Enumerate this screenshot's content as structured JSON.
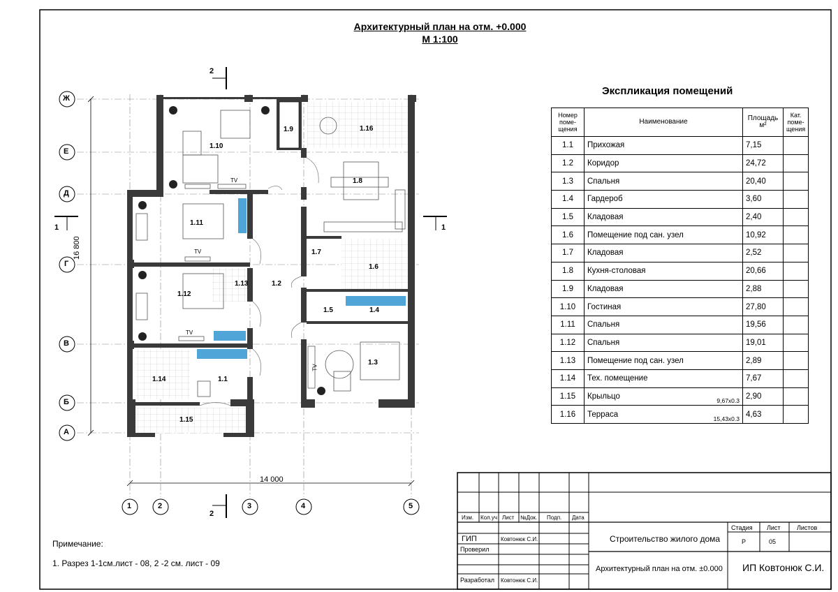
{
  "drawing": {
    "title_line1": "Архитектурный план на отм. +0.000",
    "title_line2": "М 1:100",
    "dim_total_width": "14 000",
    "dim_total_height": "16 800",
    "axes_letters": [
      "Ж",
      "Е",
      "Д",
      "Г",
      "В",
      "Б",
      "А"
    ],
    "axes_numbers": [
      "1",
      "2",
      "3",
      "4",
      "5"
    ],
    "section_2": "2",
    "section_1": "1",
    "tv_label": "TV",
    "rooms": {
      "r1_1": "1.1",
      "r1_2": "1.2",
      "r1_3": "1.3",
      "r1_4": "1.4",
      "r1_5": "1.5",
      "r1_6": "1.6",
      "r1_7": "1.7",
      "r1_8": "1.8",
      "r1_9": "1.9",
      "r1_10": "1.10",
      "r1_11": "1.11",
      "r1_12": "1.12",
      "r1_13": "1.13",
      "r1_14": "1.14",
      "r1_15": "1.15",
      "r1_16": "1.16"
    }
  },
  "explication": {
    "title": "Экспликация помещений",
    "headers": {
      "number": "Номер поме- щения",
      "name": "Наименование",
      "area": "Площадь м²",
      "category": "Кат. поме- щения"
    },
    "rows": [
      {
        "num": "1.1",
        "name": "Прихожая",
        "area": "7,15",
        "note": ""
      },
      {
        "num": "1.2",
        "name": "Коридор",
        "area": "24,72",
        "note": ""
      },
      {
        "num": "1.3",
        "name": "Спальня",
        "area": "20,40",
        "note": ""
      },
      {
        "num": "1.4",
        "name": "Гардероб",
        "area": "3,60",
        "note": ""
      },
      {
        "num": "1.5",
        "name": "Кладовая",
        "area": "2,40",
        "note": ""
      },
      {
        "num": "1.6",
        "name": "Помещение под сан. узел",
        "area": "10,92",
        "note": ""
      },
      {
        "num": "1.7",
        "name": "Кладовая",
        "area": "2,52",
        "note": ""
      },
      {
        "num": "1.8",
        "name": "Кухня-столовая",
        "area": "20,66",
        "note": ""
      },
      {
        "num": "1.9",
        "name": "Кладовая",
        "area": "2,88",
        "note": ""
      },
      {
        "num": "1.10",
        "name": "Гостиная",
        "area": "27,80",
        "note": ""
      },
      {
        "num": "1.11",
        "name": "Спальня",
        "area": "19,56",
        "note": ""
      },
      {
        "num": "1.12",
        "name": "Спальня",
        "area": "19,01",
        "note": ""
      },
      {
        "num": "1.13",
        "name": "Помещение под сан. узел",
        "area": "2,89",
        "note": ""
      },
      {
        "num": "1.14",
        "name": "Тех. помещение",
        "area": "7,67",
        "note": ""
      },
      {
        "num": "1.15",
        "name": "Крыльцо",
        "area": "2,90",
        "note": "9,67x0.3"
      },
      {
        "num": "1.16",
        "name": "Терраса",
        "area": "4,63",
        "note": "15,43x0.3"
      }
    ]
  },
  "notes": {
    "heading": "Примечание:",
    "line1": "1. Разрез 1-1см.лист - 08, 2 -2 см. лист - 09"
  },
  "title_block": {
    "col_izm": "Изм.",
    "col_koluch": "Кол.уч",
    "col_list": "Лист",
    "col_ndok": "№Док.",
    "col_podp": "Подп.",
    "col_data": "Дата",
    "gip_label": "ГИП",
    "gip_name": "Ковтонюк С.И.",
    "checked_label": "Проверил",
    "developed_label": "Разработал",
    "developed_name": "Ковтонюк С.И.",
    "project": "Строительство жилого дома",
    "sheet_title": "Архитектурный план на отм. ±0.000",
    "company": "ИП Ковтонюк С.И.",
    "stage_label": "Стадия",
    "list_label": "Лист",
    "lists_label": "Листов",
    "stage_value": "Р",
    "list_value": "05",
    "lists_value": ""
  }
}
